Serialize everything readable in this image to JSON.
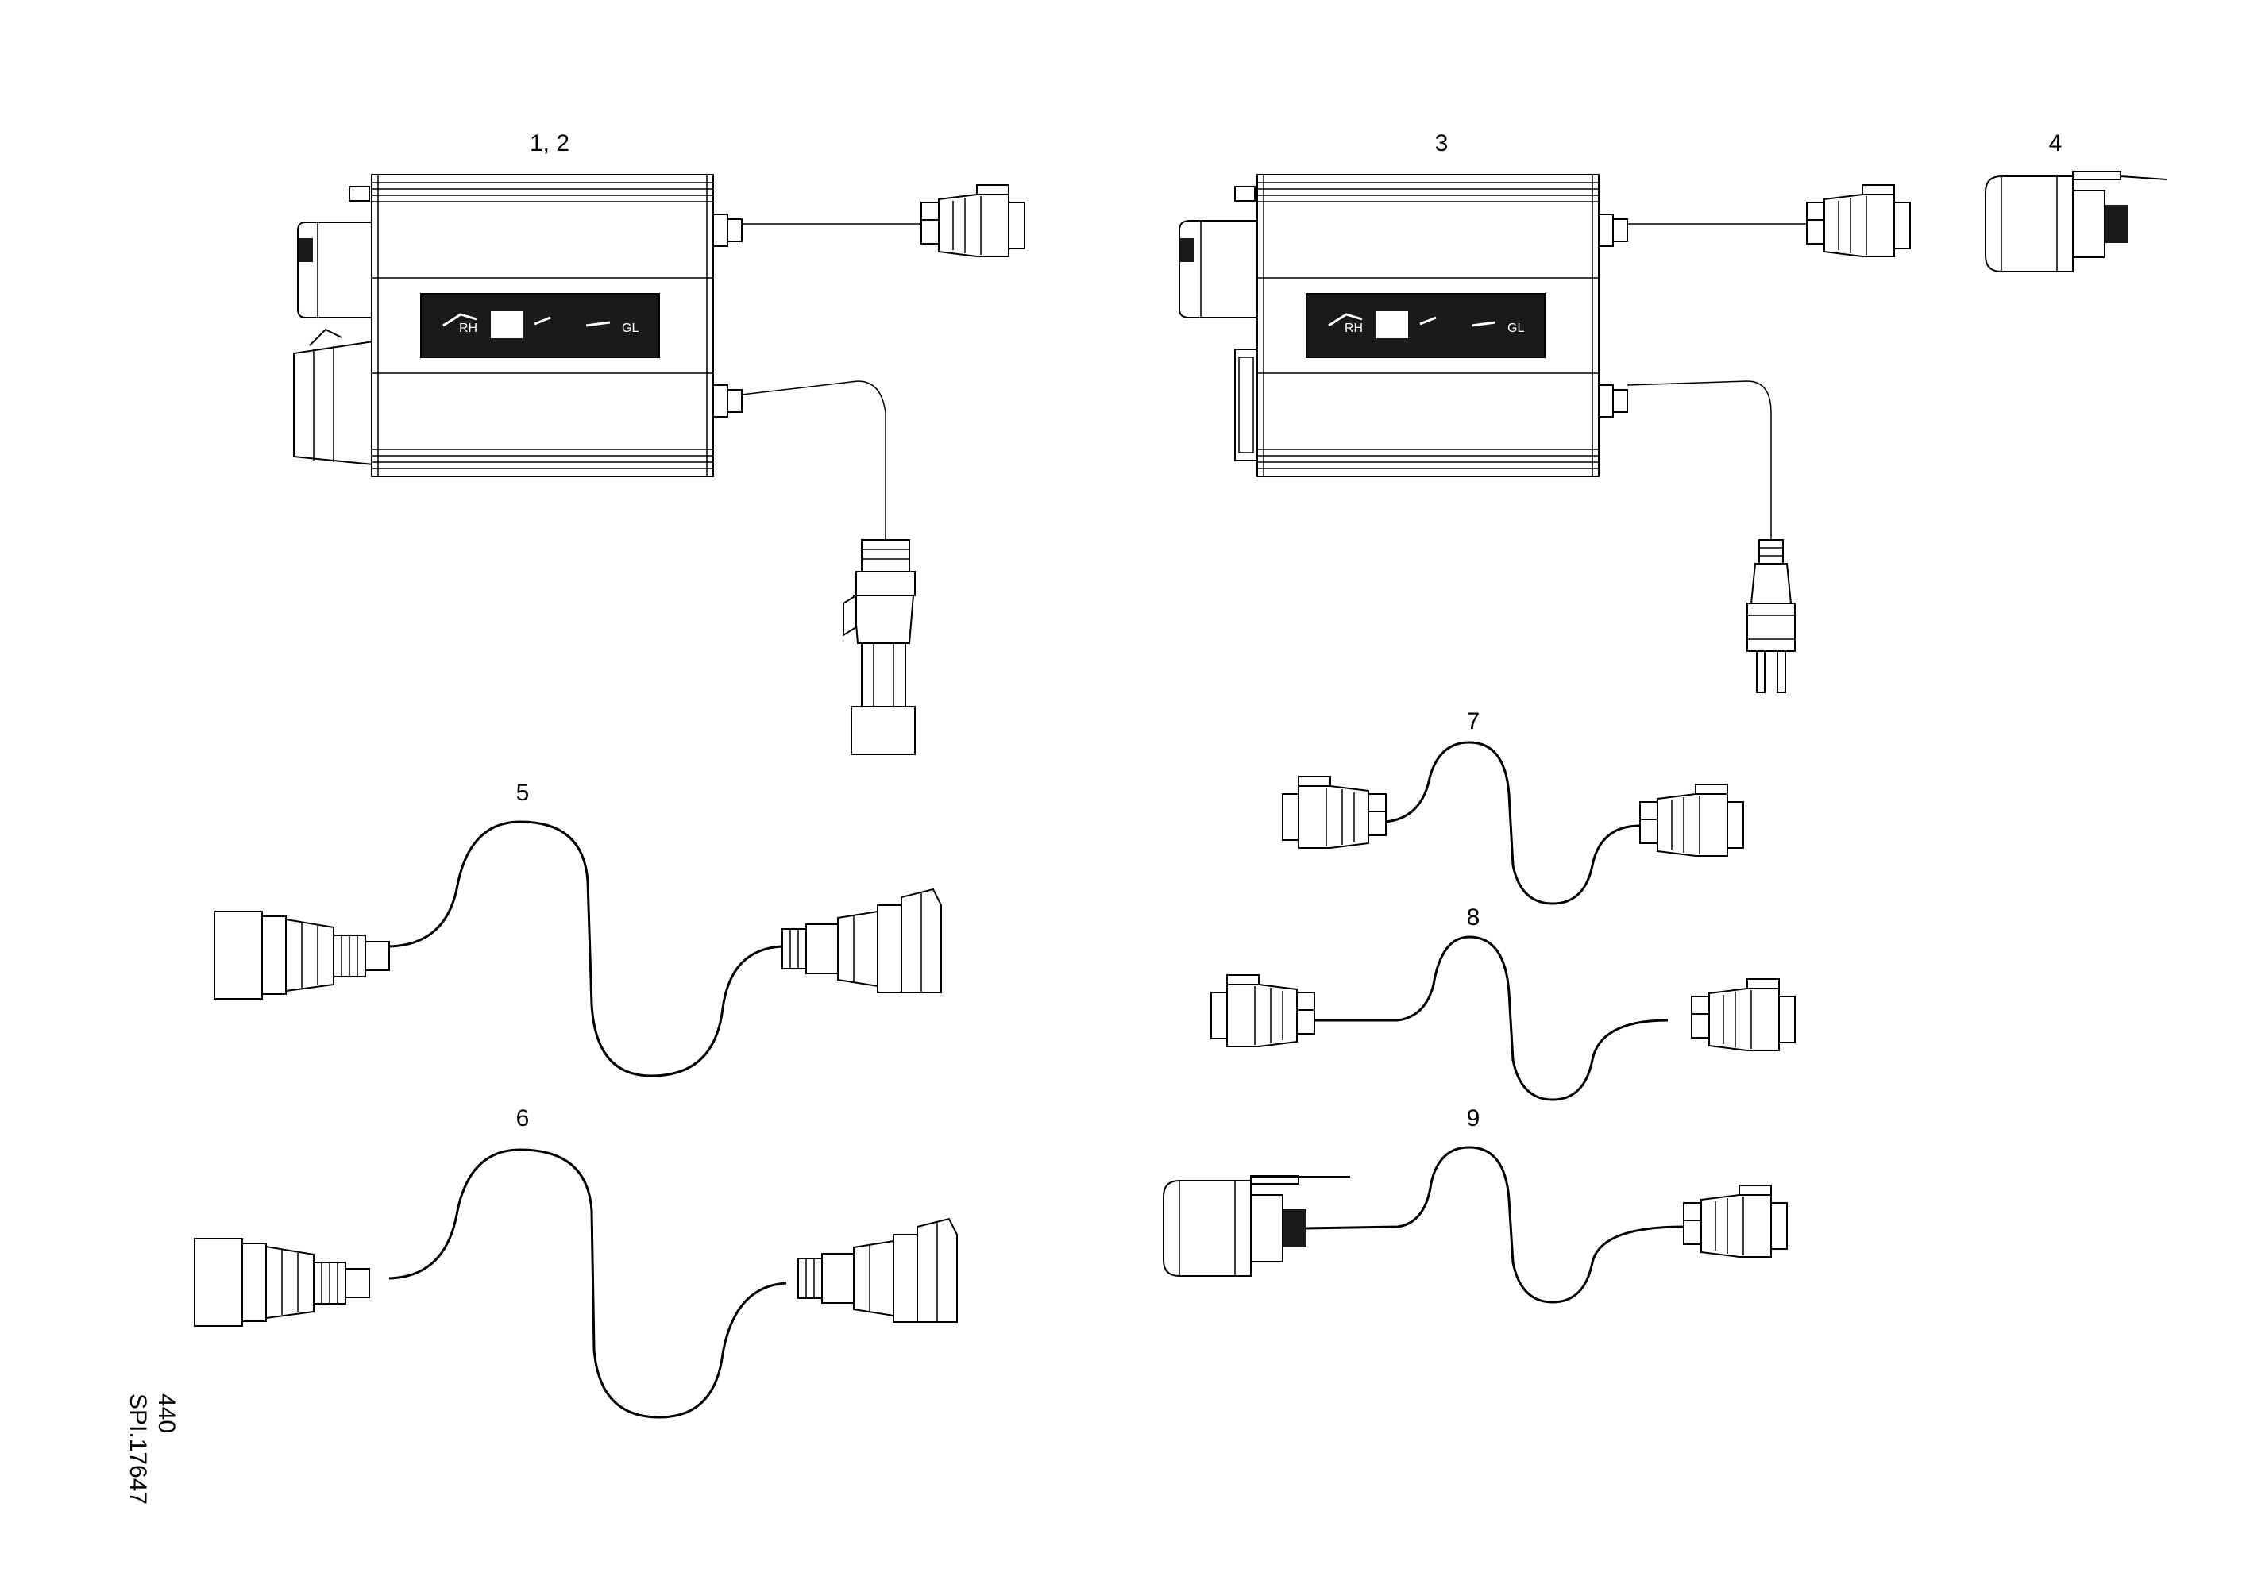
{
  "items": [
    {
      "label": "1, 2"
    },
    {
      "label": "3"
    },
    {
      "label": "4"
    },
    {
      "label": "5"
    },
    {
      "label": "6"
    },
    {
      "label": "7"
    },
    {
      "label": "8"
    },
    {
      "label": "9"
    }
  ],
  "panel": {
    "left_text": "RH",
    "right_text": "GL"
  },
  "reference": {
    "number": "440",
    "code": "SPI.17647"
  }
}
